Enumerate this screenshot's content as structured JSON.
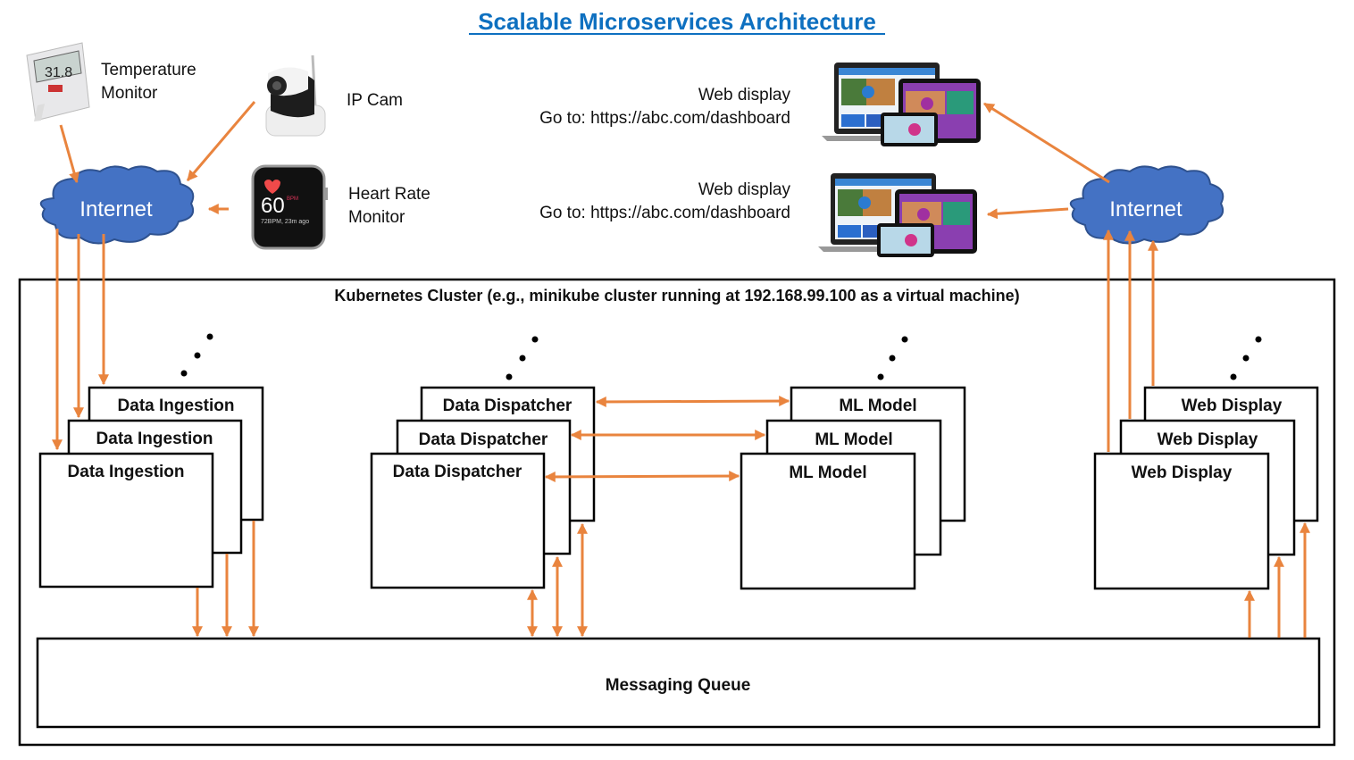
{
  "title": "Scalable Microservices Architecture",
  "devices": {
    "temperature_monitor": {
      "line1": "Temperature",
      "line2": "Monitor",
      "icon": "thermometer-device-icon",
      "display": "31.8"
    },
    "ip_cam": {
      "label": "IP Cam",
      "icon": "ip-camera-icon"
    },
    "heart_rate_monitor": {
      "line1": "Heart Rate",
      "line2": "Monitor",
      "icon": "smartwatch-icon",
      "bpm": "60",
      "bpm_unit": "BPM",
      "sub": "72BPM, 23m ago"
    }
  },
  "internet_left": {
    "label": "Internet"
  },
  "internet_right": {
    "label": "Internet"
  },
  "web_displays": [
    {
      "line1": "Web display",
      "line2": "Go to: https://abc.com/dashboard",
      "icon": "multi-device-screen-icon"
    },
    {
      "line1": "Web display",
      "line2": "Go to: https://abc.com/dashboard",
      "icon": "multi-device-screen-icon"
    }
  ],
  "cluster": {
    "label": "Kubernetes Cluster (e.g., minikube cluster running at 192.168.99.100 as a virtual machine)",
    "services": {
      "data_ingestion": [
        "Data Ingestion",
        "Data Ingestion",
        "Data Ingestion"
      ],
      "data_dispatcher": [
        "Data Dispatcher",
        "Data Dispatcher",
        "Data Dispatcher"
      ],
      "ml_model": [
        "ML Model",
        "ML Model",
        "ML Model"
      ],
      "web_display": [
        "Web Display",
        "Web Display",
        "Web Display"
      ]
    },
    "messaging_queue": "Messaging Queue"
  },
  "colors": {
    "arrow": "#e9843e",
    "title": "#0e70c0",
    "cloud": "#4472c4"
  }
}
